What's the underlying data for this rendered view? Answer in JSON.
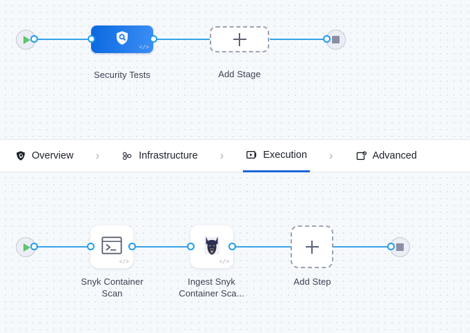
{
  "theme": {
    "canvas_bg": "#f6f9fc",
    "grid_dot": "#d7dde8",
    "edge_blue": "#35a3e8",
    "port_blue": "#1f9bf0",
    "stage_gradient_from": "#0a69e0",
    "stage_gradient_to": "#3c8ef5",
    "active_tab_underline": "#1b64d9",
    "play_green": "#5fc56a",
    "stop_gray": "#8b8fa3",
    "caption_text": "#3c4152"
  },
  "stage_canvas": {
    "start_node": {
      "icon": "play-icon"
    },
    "end_node": {
      "icon": "stop-icon"
    },
    "nodes": [
      {
        "id": "security-tests",
        "label": "Security Tests",
        "icon": "shield-search-icon",
        "badge": "</>",
        "type": "stage"
      },
      {
        "id": "add-stage",
        "label": "Add Stage",
        "icon": "plus-icon",
        "type": "add"
      }
    ]
  },
  "tab_bar": {
    "tabs": [
      {
        "id": "overview",
        "label": "Overview",
        "icon": "shield-badge-icon",
        "active": false
      },
      {
        "id": "infrastructure",
        "label": "Infrastructure",
        "icon": "nodes-cluster-icon",
        "active": false
      },
      {
        "id": "execution",
        "label": "Execution",
        "icon": "play-rect-icon",
        "active": true
      },
      {
        "id": "advanced",
        "label": "Advanced",
        "icon": "bracket-gear-icon",
        "active": false
      }
    ],
    "separator": "›"
  },
  "step_canvas": {
    "start_node": {
      "icon": "play-icon"
    },
    "end_node": {
      "icon": "stop-icon"
    },
    "nodes": [
      {
        "id": "snyk-container-scan",
        "label_line_1": "Snyk Container",
        "label_line_2": "Scan",
        "icon": "terminal-icon",
        "badge": "</>",
        "type": "step"
      },
      {
        "id": "ingest-snyk-container-scan",
        "label_line_1": "Ingest Snyk",
        "label_line_2": "Container Sca...",
        "icon": "snyk-doberman-icon",
        "badge": "</>",
        "type": "step"
      },
      {
        "id": "add-step",
        "label_line_1": "Add Step",
        "label_line_2": "",
        "icon": "plus-icon",
        "type": "add"
      }
    ]
  }
}
